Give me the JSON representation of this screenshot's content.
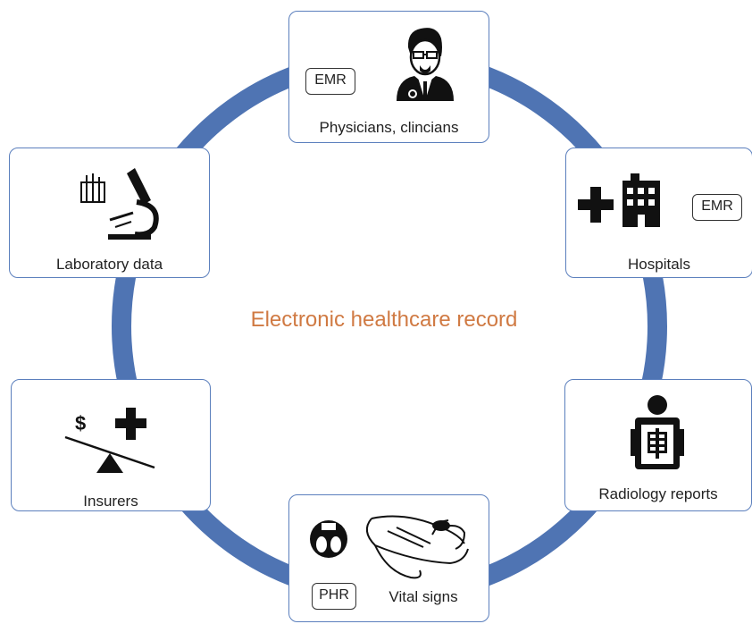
{
  "title": "Electronic healthcare record",
  "colors": {
    "ring": "#4f74b3",
    "box_border": "#5b7fbd",
    "title": "#d07a43"
  },
  "nodes": {
    "physicians": {
      "label": "Physicians, clincians",
      "tag": "EMR",
      "icon": "doctor-icon"
    },
    "hospitals": {
      "label": "Hospitals",
      "tag": "EMR",
      "icon": "hospital-icon"
    },
    "radiology": {
      "label": "Radiology reports",
      "icon": "xray-icon"
    },
    "vital_signs": {
      "label": "Vital signs",
      "tag": "PHR",
      "icon": "scale-and-blood-pressure-icon"
    },
    "insurers": {
      "label": "Insurers",
      "symbol": "$",
      "icon": "balance-scale-icon"
    },
    "laboratory": {
      "label": "Laboratory data",
      "icon": "microscope-icon"
    }
  }
}
